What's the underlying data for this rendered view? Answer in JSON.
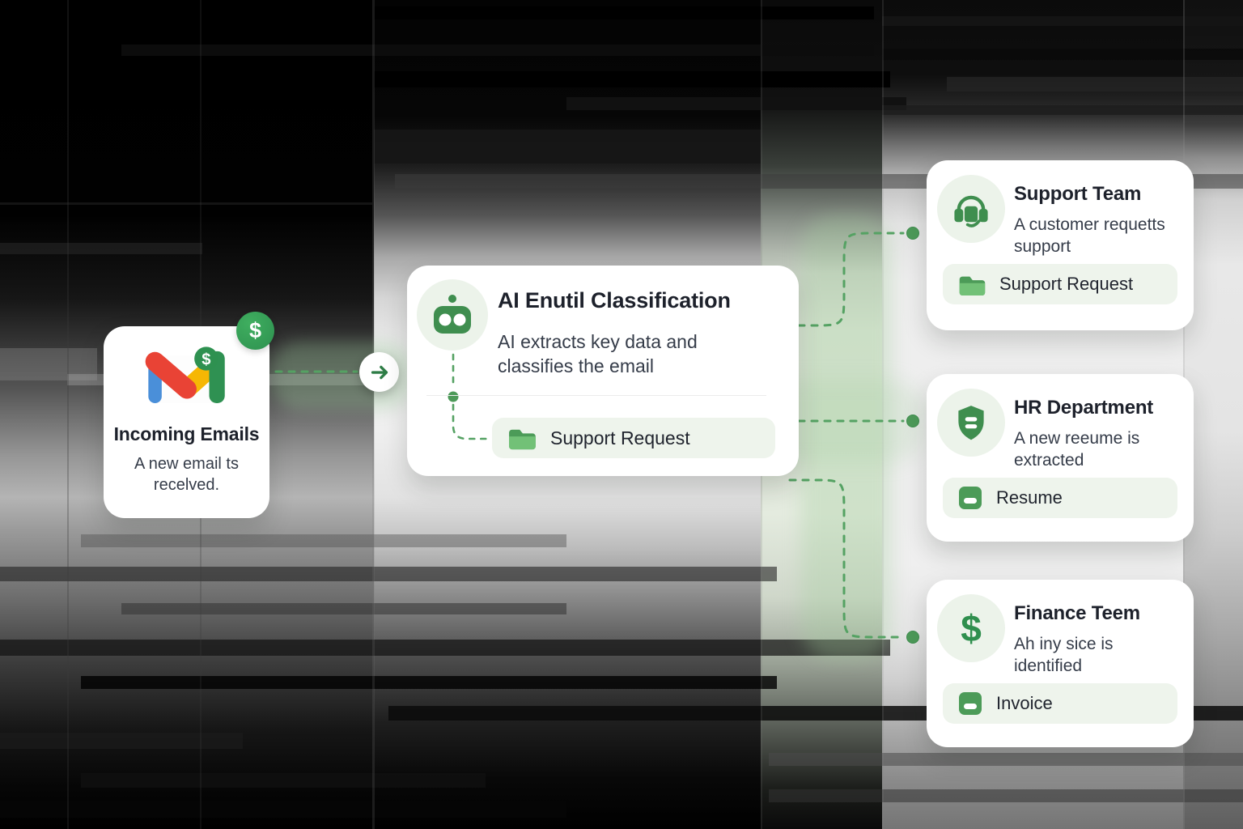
{
  "diagram": {
    "incoming": {
      "title": "Incoming Emails",
      "subtitle": "A new email ts recelved.",
      "badge_symbol": "$",
      "mail_badge_symbol": "$"
    },
    "classifier": {
      "title": "AI Enutil Classification",
      "subtitle": "AI extracts key data and classifies the email",
      "chip": "Support Request"
    },
    "routes": [
      {
        "title": "Support Team",
        "subtitle": "A customer requetts support",
        "chip": "Support Request",
        "icon": "headset-icon"
      },
      {
        "title": "HR Department",
        "subtitle": "A new reeume is extracted",
        "chip": "Resume",
        "icon": "shield-icon"
      },
      {
        "title": "Finance Teem",
        "subtitle": "Ah iny sice is identified",
        "chip": "Invoice",
        "icon": "dollar-icon"
      }
    ],
    "finance_icon_symbol": "$",
    "colors": {
      "accent_green": "#3f8e4f",
      "dash_green": "#55a263",
      "dot_green": "#4d9a59",
      "badge_green": "#2e9150",
      "folder_green": "#6dbd74",
      "chip_bg": "#eef4ec",
      "icon_circle_bg": "#ecf3ea",
      "card_bg": "#ffffff",
      "title_text": "#1d212b",
      "subtitle_text": "#353c49",
      "gmail_red": "#e94335",
      "gmail_blue": "#4a8fd9",
      "gmail_yellow": "#f6b704",
      "gmail_green": "#2f9152"
    }
  }
}
